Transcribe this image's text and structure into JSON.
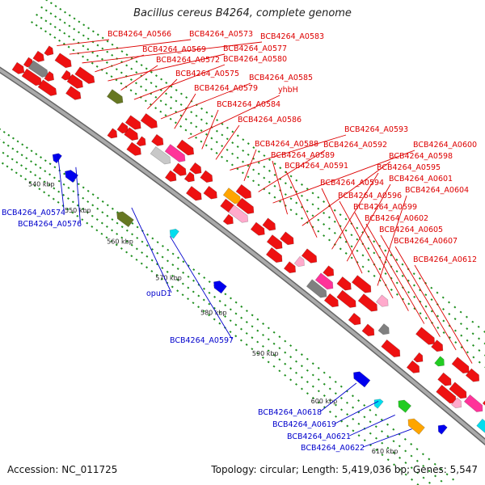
{
  "title": "Bacillus cereus B4264, complete genome",
  "footer": {
    "accession": "Accession: NC_011725",
    "summary": "Topology: circular; Length: 5,419,036 bp; Genes: 5,547"
  },
  "colors": {
    "forward_label": "#dd0000",
    "reverse_label": "#0000cc",
    "backbone": "#888888",
    "tick": "#1f8f1f"
  },
  "kbp_ticks": [
    "540 kbp",
    "550 kbp",
    "560 kbp",
    "570 kbp",
    "580 kbp",
    "590 kbp",
    "600 kbp",
    "610 kbp"
  ],
  "forward_labels": [
    "BCB4264_A0566",
    "BCB4264_A0573",
    "BCB4264_A0583",
    "BCB4264_A0569",
    "BCB4264_A0577",
    "BCB4264_A0572",
    "BCB4264_A0580",
    "BCB4264_A0575",
    "BCB4264_A0585",
    "BCB4264_A0579",
    "yhbH",
    "BCB4264_A0584",
    "BCB4264_A0586",
    "BCB4264_A0593",
    "BCB4264_A0588",
    "BCB4264_A0592",
    "BCB4264_A0600",
    "BCB4264_A0589",
    "BCB4264_A0598",
    "BCB4264_A0591",
    "BCB4264_A0595",
    "BCB4264_A0601",
    "BCB4264_A0594",
    "BCB4264_A0604",
    "BCB4264_A0596",
    "BCB4264_A0599",
    "BCB4264_A0602",
    "BCB4264_A0605",
    "BCB4264_A0607",
    "BCB4264_A0612"
  ],
  "reverse_labels": [
    "BCB4264_A0574",
    "BCB4264_A0576",
    "opuD1",
    "BCB4264_A0597",
    "BCB4264_A0618",
    "BCB4264_A0619",
    "BCB4264_A0621",
    "BCB4264_A0622"
  ]
}
